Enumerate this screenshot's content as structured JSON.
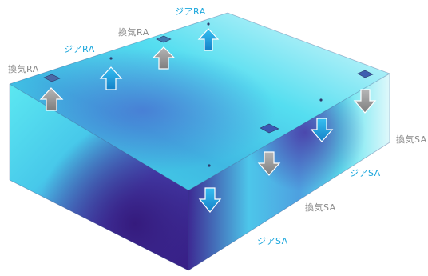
{
  "diagram": {
    "labels": [
      {
        "id": "ja-ra-top",
        "text": "ジアRA",
        "kind": "ja"
      },
      {
        "id": "ex-ra-mid",
        "text": "換気RA",
        "kind": "ex"
      },
      {
        "id": "ja-ra-mid",
        "text": "ジアRA",
        "kind": "ja"
      },
      {
        "id": "ex-ra-left",
        "text": "換気RA",
        "kind": "ex"
      },
      {
        "id": "ex-sa-right",
        "text": "換気SA",
        "kind": "ex"
      },
      {
        "id": "ja-sa-right",
        "text": "ジアSA",
        "kind": "ja"
      },
      {
        "id": "ex-sa-front",
        "text": "換気SA",
        "kind": "ex"
      },
      {
        "id": "ja-sa-front",
        "text": "ジアSA",
        "kind": "ja"
      }
    ]
  },
  "colors": {
    "ja_label": "#1aa6dc",
    "ex_label": "#8a8a8a",
    "up_arrow_blue": "#1e9fe0",
    "down_arrow_blue": "#1e9fe0",
    "arrow_gray": "#9a9a9a",
    "room_light": "#52e6ef",
    "room_dark": "#3a1f84"
  }
}
